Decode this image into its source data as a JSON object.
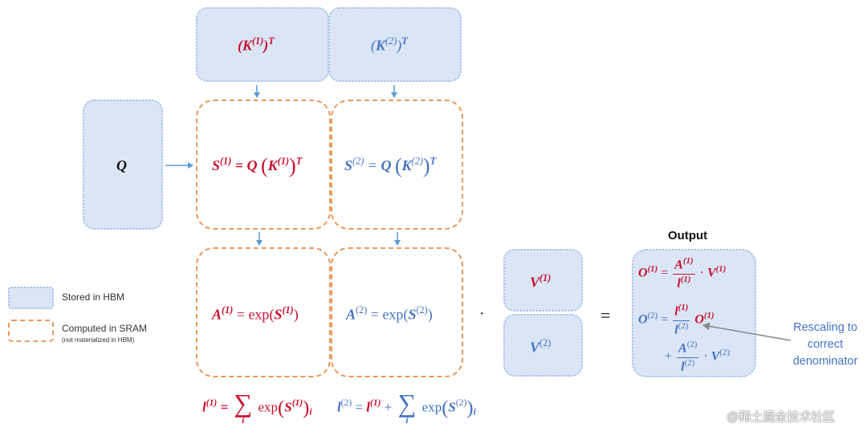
{
  "colors": {
    "block1": "#c8102e",
    "block2": "#4472c4",
    "hbm_fill": "#dae6f6",
    "hbm_border": "#a9c2e8",
    "sram_border": "#ea9a5c",
    "arrow": "#5b9bd5",
    "note_arrow": "#888888"
  },
  "inputs": {
    "q": "Q",
    "k1t": {
      "base": "K",
      "sup": "(1)",
      "T": "T"
    },
    "k2t": {
      "base": "K",
      "sup": "(2)",
      "T": "T"
    }
  },
  "scores": {
    "s1": {
      "lhs": "S",
      "sup": "(1)",
      "eq": "=",
      "q": "Q",
      "k": "K",
      "ksup": "(1)",
      "T": "T"
    },
    "s2": {
      "lhs": "S",
      "sup": "(2)",
      "eq": "=",
      "q": "Q",
      "k": "K",
      "ksup": "(2)",
      "T": "T"
    }
  },
  "attn": {
    "a1": {
      "lhs": "A",
      "sup": "(1)",
      "eq": "=",
      "fn": "exp",
      "arg": "S",
      "argsup": "(1)"
    },
    "a2": {
      "lhs": "A",
      "sup": "(2)",
      "eq": "=",
      "fn": "exp",
      "arg": "S",
      "argsup": "(2)"
    }
  },
  "dot": "·",
  "equals": "=",
  "values": {
    "v1": {
      "base": "V",
      "sup": "(1)"
    },
    "v2": {
      "base": "V",
      "sup": "(2)"
    }
  },
  "output": {
    "title": "Output",
    "o1": {
      "lhs": "O",
      "sup": "(1)",
      "num": "A",
      "numsup": "(1)",
      "den": "l",
      "densup": "(1)",
      "mul": "·",
      "v": "V",
      "vsup": "(1)"
    },
    "o2": {
      "lhs": "O",
      "sup": "(2)",
      "num1": "l",
      "num1sup": "(1)",
      "den1": "l",
      "den1sup": "(2)",
      "o": "O",
      "osup": "(1)",
      "plus": "+",
      "num2": "A",
      "num2sup": "(2)",
      "den2": "l",
      "den2sup": "(2)",
      "mul": "·",
      "v": "V",
      "vsup": "(2)"
    }
  },
  "normalizers": {
    "l1": {
      "lhs": "l",
      "sup": "(1)",
      "eq": "=",
      "sum": "∑",
      "sub": "i",
      "fn": "exp",
      "arg": "S",
      "argsup": "(1)",
      "idx": "i"
    },
    "l2": {
      "lhs": "l",
      "sup": "(2)",
      "eq": "=",
      "l1": "l",
      "l1sup": "(1)",
      "plus": "+",
      "sum": "∑",
      "sub": "i",
      "fn": "exp",
      "arg": "S",
      "argsup": "(2)",
      "idx": "i"
    }
  },
  "legend": {
    "hbm_label": "Stored in HBM",
    "sram_label": "Computed in SRAM",
    "sram_note": "(not materialized in HBM)"
  },
  "annotation": {
    "line1": "Rescaling to",
    "line2": "correct",
    "line3": "denominator"
  },
  "watermark": "@稀土掘金技术社区"
}
